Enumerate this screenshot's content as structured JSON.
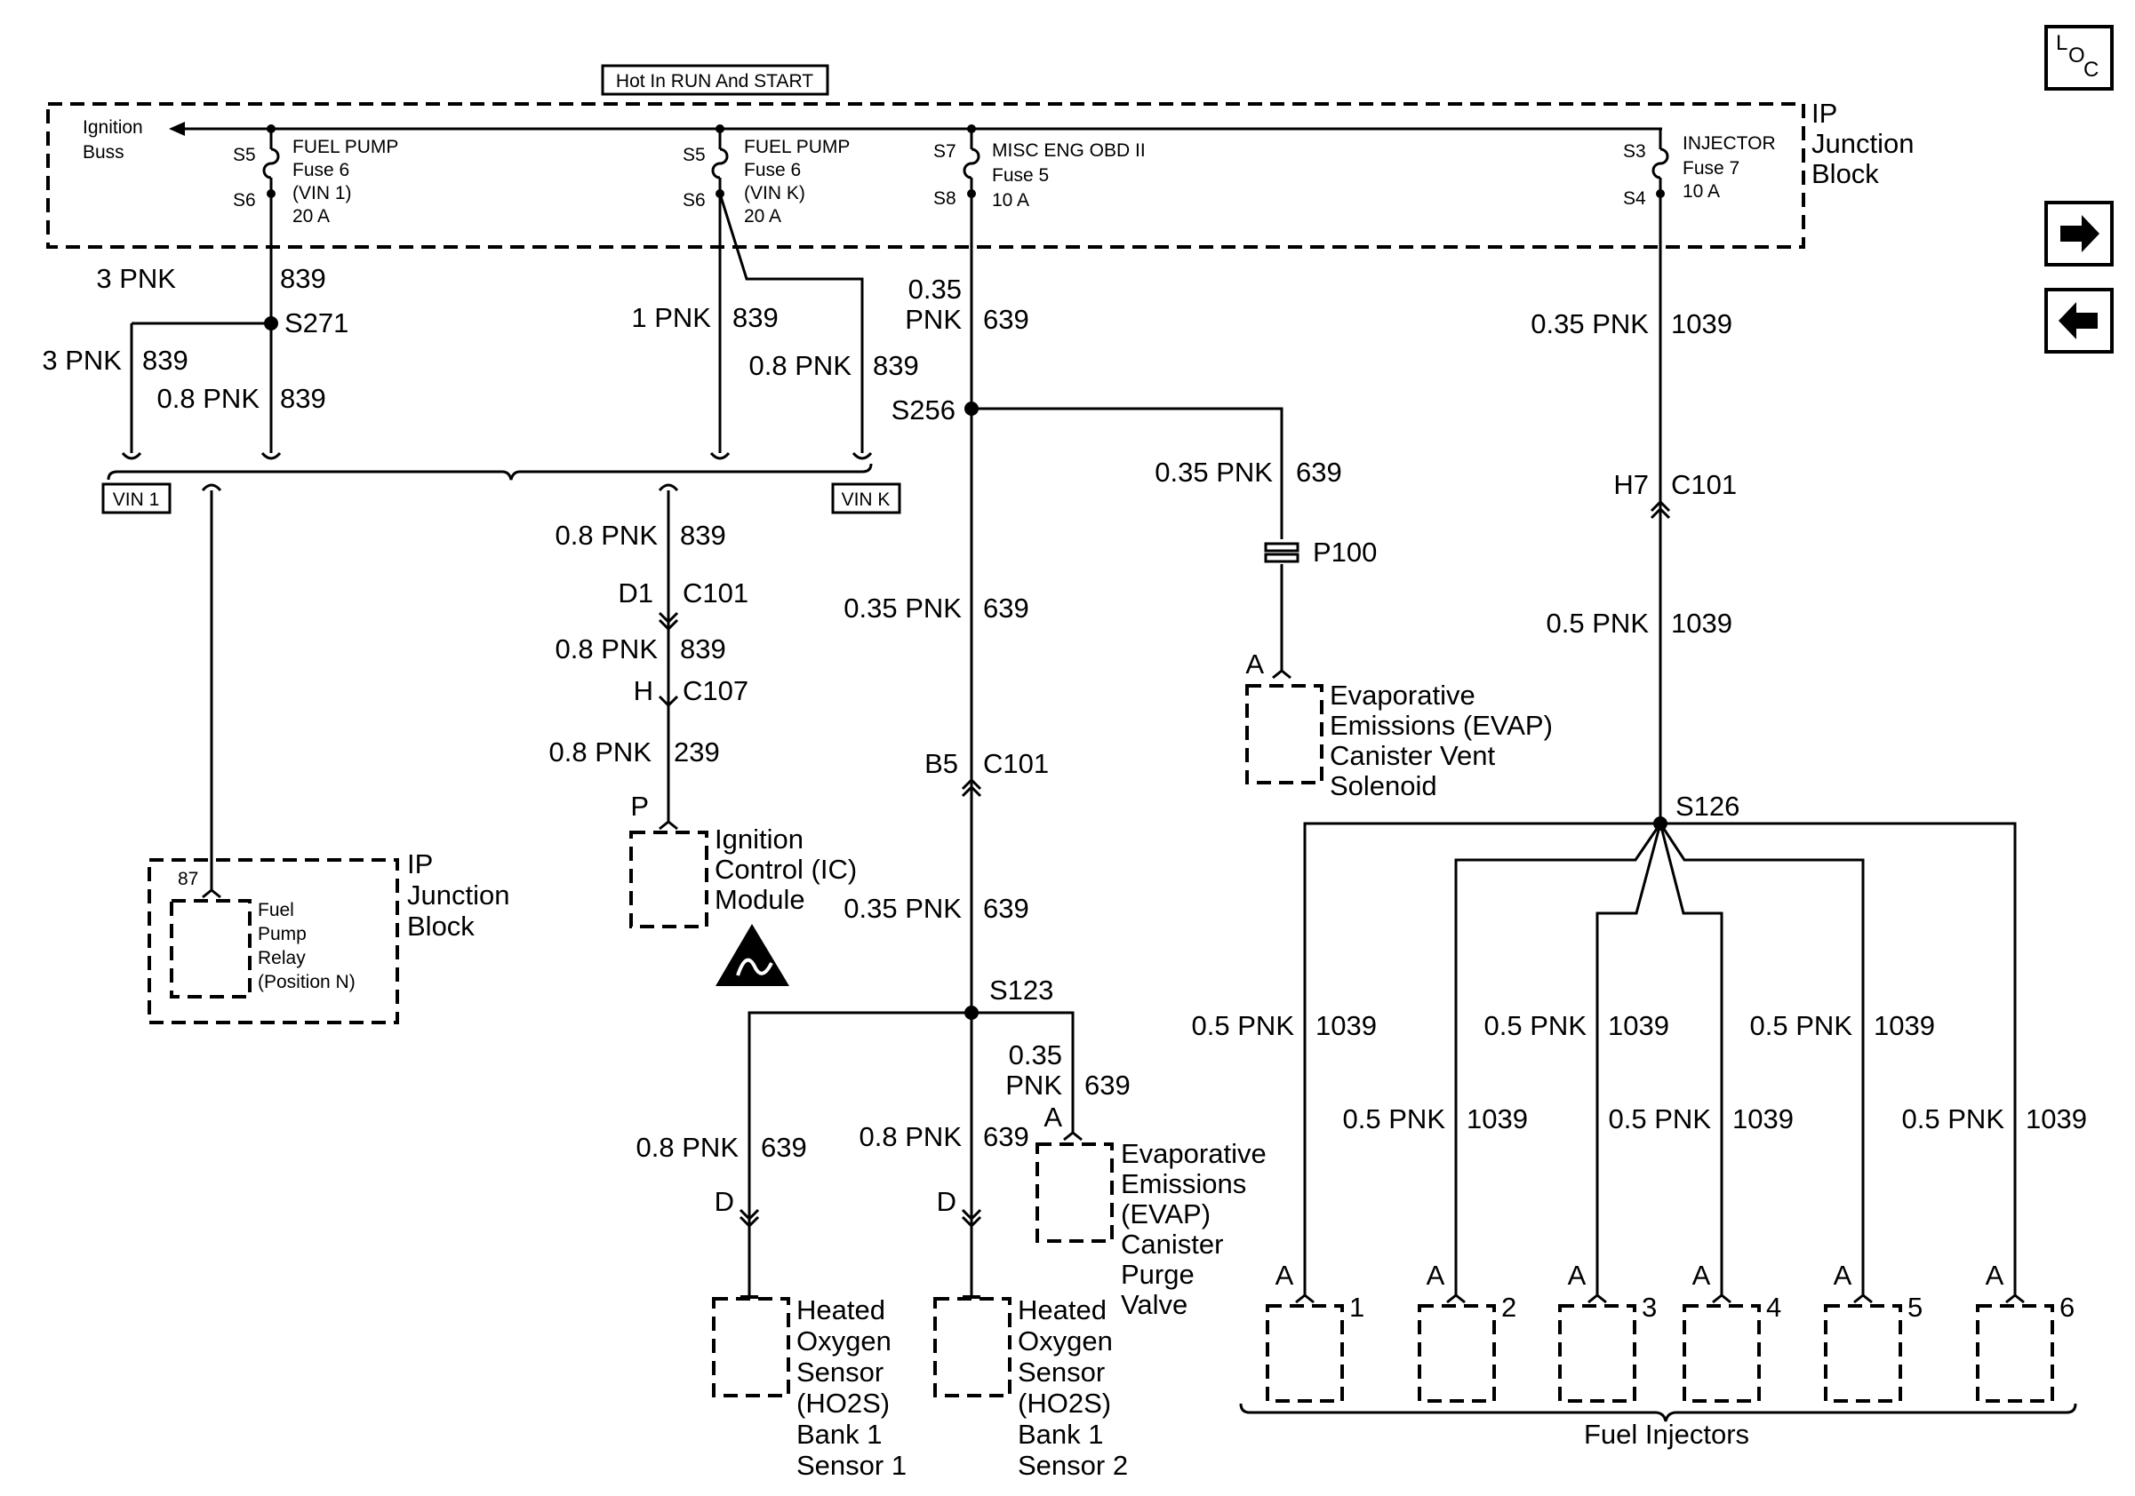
{
  "header": {
    "hot_label": "Hot In RUN And START",
    "loc_label": "LOC"
  },
  "nav": {
    "next": "➔",
    "prev": "⬅"
  },
  "junction_block": {
    "title": [
      "IP",
      "Junction",
      "Block"
    ],
    "buss_label": [
      "Ignition",
      "Buss"
    ],
    "fuse_vin1": {
      "top": "S5",
      "bottom": "S6",
      "text": [
        "FUEL PUMP",
        "Fuse 6",
        "(VIN 1)",
        "20 A"
      ]
    },
    "fuse_vink": {
      "top": "S5",
      "bottom": "S6",
      "text": [
        "FUEL PUMP",
        "Fuse 6",
        "(VIN K)",
        "20 A"
      ]
    },
    "fuse_misc": {
      "top": "S7",
      "bottom": "S8",
      "text": [
        "MISC ENG OBD II",
        "Fuse 5",
        "10 A"
      ]
    },
    "fuse_inj": {
      "top": "S3",
      "bottom": "S4",
      "text": [
        "INJECTOR",
        "Fuse 7",
        "10 A"
      ]
    }
  },
  "wires": {
    "w_3pnk_839_top": [
      "3 PNK",
      "839"
    ],
    "w_3pnk_839_left": [
      "3 PNK",
      "839"
    ],
    "w_08pnk_839_a": [
      "0.8 PNK",
      "839"
    ],
    "w_1pnk_839": [
      "1 PNK",
      "839"
    ],
    "w_08pnk_839_b": [
      "0.8 PNK",
      "839"
    ],
    "w_035_639_fuse_a": "0.35",
    "w_035_639_fuse_b": [
      "PNK",
      "639"
    ],
    "w_1039_top": [
      "0.35 PNK",
      "1039"
    ],
    "w_639_evap": [
      "0.35 PNK",
      "639"
    ],
    "w_839_ic1": [
      "0.8 PNK",
      "839"
    ],
    "w_839_ic2": [
      "0.8 PNK",
      "839"
    ],
    "w_239_ic": [
      "0.8 PNK",
      "239"
    ],
    "w_639_mid": [
      "0.35 PNK",
      "639"
    ],
    "w_639_low": [
      "0.35 PNK",
      "639"
    ],
    "w_1039_mid": [
      "0.5 PNK",
      "1039"
    ],
    "w_639_purge_a": "0.35",
    "w_639_purge_b": [
      "PNK",
      "639"
    ],
    "w_639_ho1": [
      "0.8 PNK",
      "639"
    ],
    "w_639_ho2": [
      "0.8 PNK",
      "639"
    ],
    "inj": [
      [
        "0.5 PNK",
        "1039"
      ],
      [
        "0.5 PNK",
        "1039"
      ],
      [
        "0.5 PNK",
        "1039"
      ],
      [
        "0.5 PNK",
        "1039"
      ],
      [
        "0.5 PNK",
        "1039"
      ],
      [
        "0.5 PNK",
        "1039"
      ]
    ]
  },
  "splices": {
    "s271": "S271",
    "s256": "S256",
    "s123": "S123",
    "s126": "S126"
  },
  "connectors": {
    "c_h7": [
      "H7",
      "C101"
    ],
    "c_d1": [
      "D1",
      "C101"
    ],
    "c_h": [
      "H",
      "C107"
    ],
    "c_b5": [
      "B5",
      "C101"
    ],
    "p100": "P100",
    "pin_p": "P",
    "pin_a_evap": "A",
    "pin_a_purge": "A",
    "pin_87": "87",
    "pin_d1": "D",
    "pin_d2": "D",
    "inj_pins": [
      "A",
      "A",
      "A",
      "A",
      "A",
      "A"
    ]
  },
  "options": {
    "vin1": "VIN 1",
    "vink": "VIN K"
  },
  "components": {
    "relay_block": [
      "IP",
      "Junction",
      "Block"
    ],
    "relay": [
      "Fuel",
      "Pump",
      "Relay",
      "(Position N)"
    ],
    "ic_module": [
      "Ignition",
      "Control (IC)",
      "Module"
    ],
    "evap_vent": [
      "Evaporative",
      "Emissions (EVAP)",
      "Canister Vent",
      "Solenoid"
    ],
    "evap_purge": [
      "Evaporative",
      "Emissions",
      "(EVAP)",
      "Canister",
      "Purge",
      "Valve"
    ],
    "ho2s_1": [
      "Heated",
      "Oxygen",
      "Sensor",
      "(HO2S)",
      "Bank 1",
      "Sensor 1"
    ],
    "ho2s_2": [
      "Heated",
      "Oxygen",
      "Sensor",
      "(HO2S)",
      "Bank 1",
      "Sensor 2"
    ],
    "injector_numbers": [
      "1",
      "2",
      "3",
      "4",
      "5",
      "6"
    ],
    "injectors_label": "Fuel Injectors"
  }
}
